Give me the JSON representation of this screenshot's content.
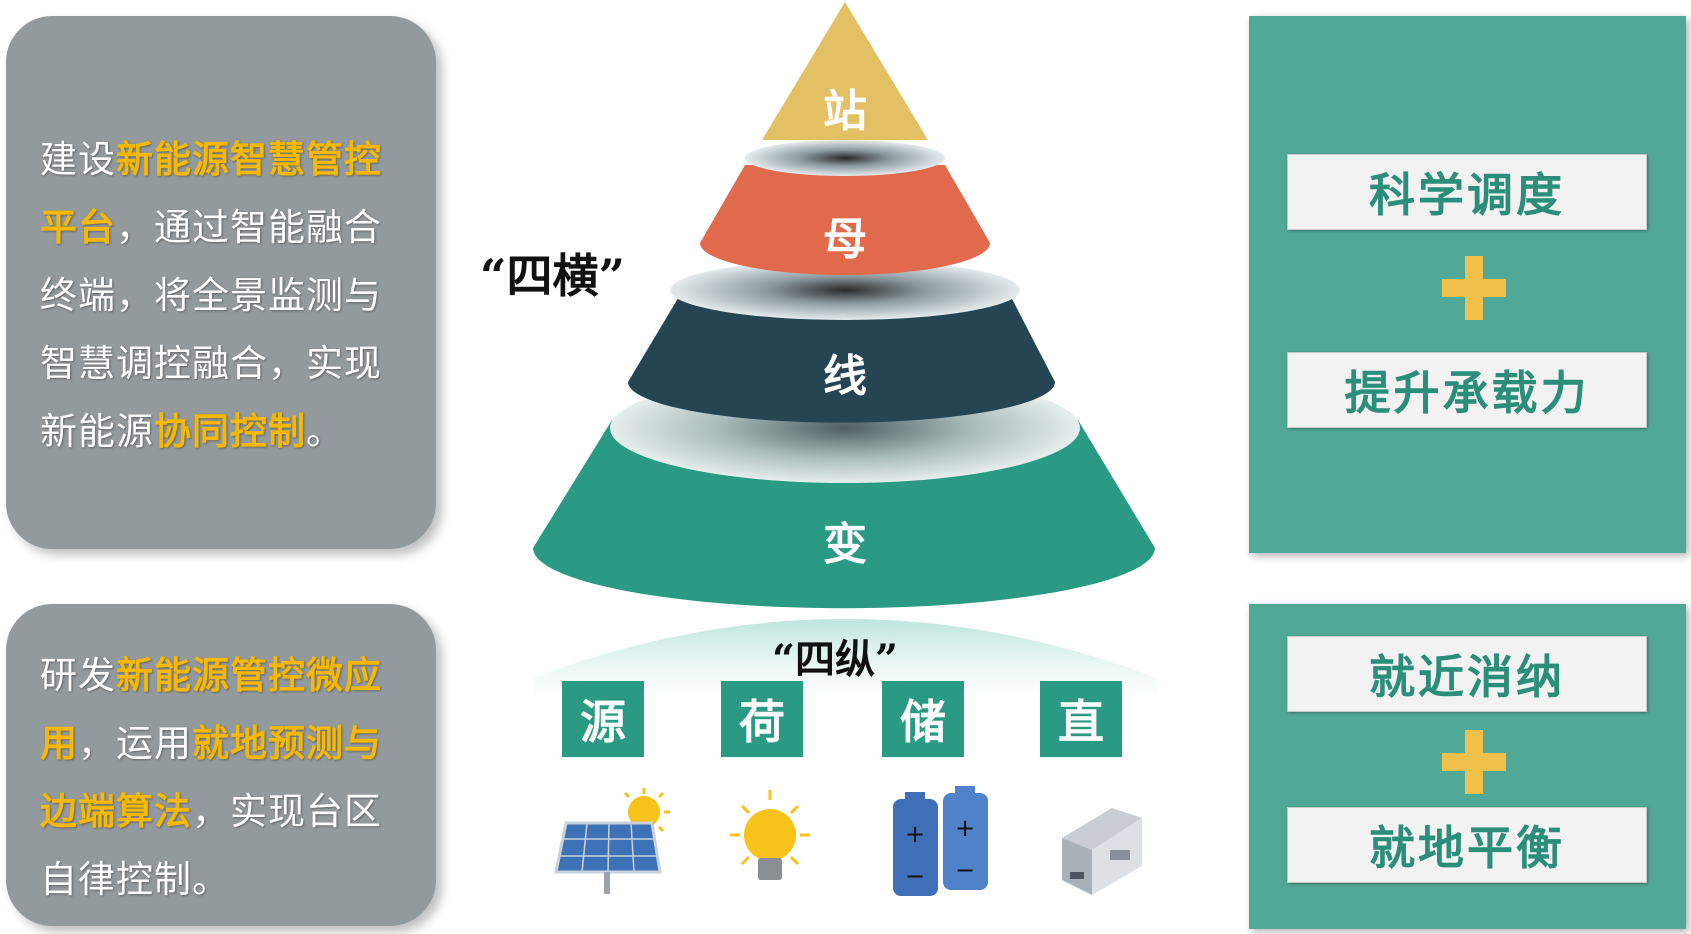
{
  "left_panels": [
    {
      "segments": [
        {
          "text": "建设",
          "hl": false
        },
        {
          "text": "新能源智慧管控平台",
          "hl": true
        },
        {
          "text": "，通过智能融合终端，将全景监测与智慧调控融合，实现新能源",
          "hl": false
        },
        {
          "text": "协同控制",
          "hl": true
        },
        {
          "text": "。",
          "hl": false
        }
      ]
    },
    {
      "segments": [
        {
          "text": "研发",
          "hl": false
        },
        {
          "text": "新能源管控微应用",
          "hl": true
        },
        {
          "text": "，运用",
          "hl": false
        },
        {
          "text": "就地预测与边端算法",
          "hl": true
        },
        {
          "text": "，实现台区自律控制。",
          "hl": false
        }
      ]
    }
  ],
  "pyramid": {
    "tiers": [
      "站",
      "母",
      "线",
      "变"
    ],
    "label_horizontal": "“四横”",
    "label_vertical": "“四纵”",
    "columns": [
      "源",
      "荷",
      "储",
      "直"
    ],
    "tier_colors": [
      "#e2c063",
      "#e26a4c",
      "#264553",
      "#2a9a82"
    ]
  },
  "right_panels": [
    {
      "top": "科学调度",
      "bottom": "提升承载力"
    },
    {
      "top": "就近消纳",
      "bottom": "就地平衡"
    }
  ],
  "icons": [
    "solar-panel-icon",
    "light-bulb-icon",
    "battery-icon",
    "converter-device-icon"
  ],
  "colors": {
    "highlight": "#f6b800",
    "panel_gray": "#939a9d",
    "panel_green": "#51a896",
    "plus": "#f0c14a"
  }
}
